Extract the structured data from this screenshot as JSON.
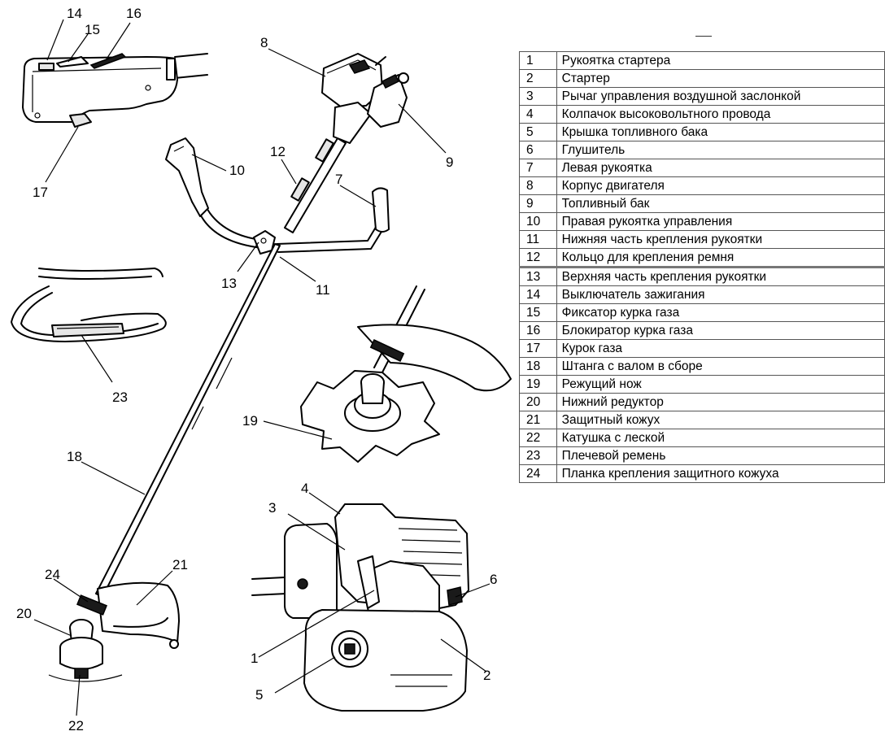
{
  "legend": [
    {
      "num": "1",
      "label": "Рукоятка стартера"
    },
    {
      "num": "2",
      "label": "Стартер"
    },
    {
      "num": "3",
      "label": "Рычаг управления воздушной заслонкой"
    },
    {
      "num": "4",
      "label": "Колпачок высоковольтного провода"
    },
    {
      "num": "5",
      "label": "Крышка топливного бака"
    },
    {
      "num": "6",
      "label": "Глушитель"
    },
    {
      "num": "7",
      "label": "Левая рукоятка"
    },
    {
      "num": "8",
      "label": "Корпус двигателя"
    },
    {
      "num": "9",
      "label": "Топливный бак"
    },
    {
      "num": "10",
      "label": "Правая рукоятка управления"
    },
    {
      "num": "11",
      "label": "Нижняя часть крепления рукоятки"
    },
    {
      "num": "12",
      "label": "Кольцо для крепления ремня"
    },
    {
      "num": "13",
      "label": "Верхняя часть крепления рукоятки"
    },
    {
      "num": "14",
      "label": "Выключатель зажигания"
    },
    {
      "num": "15",
      "label": "Фиксатор курка газа"
    },
    {
      "num": "16",
      "label": "Блокиратор курка газа"
    },
    {
      "num": "17",
      "label": "Курок газа"
    },
    {
      "num": "18",
      "label": "Штанга с валом в сборе"
    },
    {
      "num": "19",
      "label": "Режущий нож"
    },
    {
      "num": "20",
      "label": "Нижний редуктор"
    },
    {
      "num": "21",
      "label": "Защитный кожух"
    },
    {
      "num": "22",
      "label": "Катушка с леской"
    },
    {
      "num": "23",
      "label": "Плечевой ремень"
    },
    {
      "num": "24",
      "label": "Планка крепления защитного кожуха"
    }
  ],
  "callouts": {
    "c1": "1",
    "c2": "2",
    "c3": "3",
    "c4": "4",
    "c5": "5",
    "c6": "6",
    "c7": "7",
    "c8": "8",
    "c9": "9",
    "c10": "10",
    "c11": "11",
    "c12": "12",
    "c13": "13",
    "c14": "14",
    "c15": "15",
    "c16": "16",
    "c17": "17",
    "c18": "18",
    "c19": "19",
    "c20": "20",
    "c21": "21",
    "c22": "22",
    "c23": "23",
    "c24": "24"
  }
}
